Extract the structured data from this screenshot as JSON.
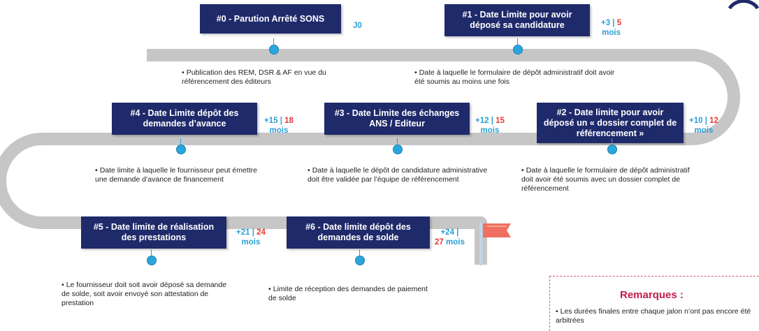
{
  "colors": {
    "box": "#1f2a6b",
    "road": "#c6c6c6",
    "accent_blue": "#2a9fd6",
    "accent_red": "#e53935",
    "flag": "#ef6f61",
    "remarks": "#c21d4b"
  },
  "milestones": [
    {
      "id": "m0",
      "title": "#0 - Parution Arrêté SONS",
      "dur_blue": "J0",
      "dur_red": "",
      "dur_unit": "",
      "note": "Publication des REM, DSR & AF en vue du référencement des éditeurs"
    },
    {
      "id": "m1",
      "title": "#1 - Date Limite pour avoir déposé sa candidature",
      "dur_blue": "+3 | ",
      "dur_red": "5",
      "dur_unit": "mois",
      "note": "Date à laquelle le formulaire de dépôt administratif doit avoir été soumis au moins une fois"
    },
    {
      "id": "m2",
      "title": "#2 - Date limite pour avoir déposé un « dossier complet de référencement »",
      "dur_blue": "+10 | ",
      "dur_red": "12",
      "dur_unit": "mois",
      "note": "Date à laquelle le formulaire de dépôt administratif doit avoir été soumis avec un dossier complet de référencement"
    },
    {
      "id": "m3",
      "title": "#3 - Date Limite des échanges ANS / Editeur",
      "dur_blue": "+12 | ",
      "dur_red": "15",
      "dur_unit": "mois",
      "note": "Date à laquelle le dépôt de candidature administrative doit être validée par l’équipe de référencement"
    },
    {
      "id": "m4",
      "title": "#4 - Date Limite dépôt des demandes d’avance",
      "dur_blue": "+15 | ",
      "dur_red": "18",
      "dur_unit": "mois",
      "note": "Date limite à laquelle le fournisseur peut émettre une demande d’avance de financement"
    },
    {
      "id": "m5",
      "title": "#5 - Date limite de réalisation des prestations",
      "dur_blue": "+21 | ",
      "dur_red": "24",
      "dur_unit": "mois",
      "note": "Le fournisseur doit soit avoir déposé sa demande de solde, soit avoir envoyé son attestation de prestation"
    },
    {
      "id": "m6",
      "title": "#6 - Date limite dépôt des demandes de solde",
      "dur_blue": "+24 | ",
      "dur_red": "27",
      "dur_unit": "mois",
      "note": "Limite de réception des demandes de paiement de solde"
    }
  ],
  "remarks": {
    "title": "Remarques :",
    "text": "Les durées finales entre chaque jalon n’ont pas encore été arbitrées"
  },
  "icons": {
    "flag": "flag-icon",
    "logo": "logo-arc-icon"
  }
}
